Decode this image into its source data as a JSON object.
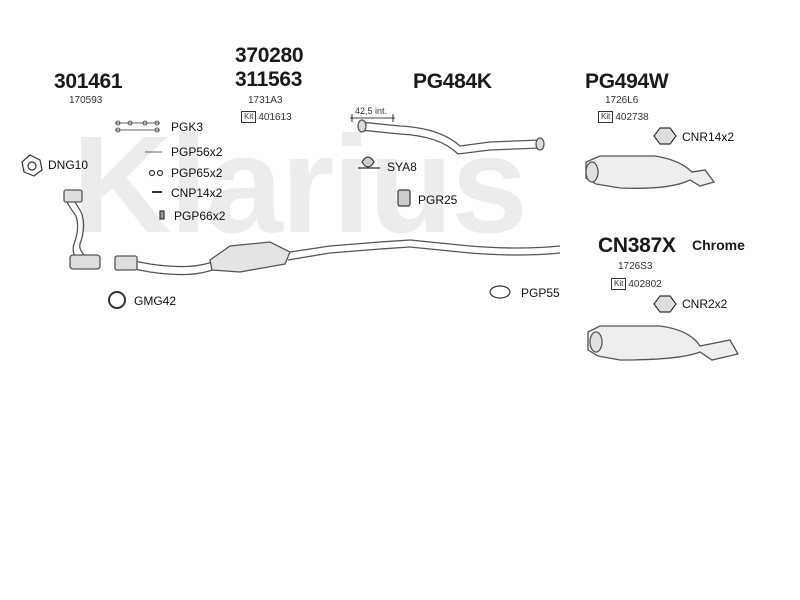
{
  "watermark": "Klarius",
  "parts": {
    "p301461": {
      "number": "301461",
      "sub": "170593"
    },
    "p370280": {
      "number": "370280"
    },
    "p311563": {
      "number": "311563",
      "sub": "1731A3",
      "kit": "401613"
    },
    "pg484k": {
      "number": "PG484K",
      "dim": "42,5 int."
    },
    "pg494w": {
      "number": "PG494W",
      "sub": "1726L6",
      "kit": "402738"
    },
    "cn387x": {
      "number": "CN387X",
      "sub": "1726S3",
      "kit": "402802",
      "finish": "Chrome"
    }
  },
  "kit_label": "Kit",
  "fittings": {
    "dng10": "DNG10",
    "pgk3": "PGK3",
    "pgp56": "PGP56x2",
    "pgp65": "PGP65x2",
    "cnp14": "CNP14x2",
    "pgp66": "PGP66x2",
    "gmg42": "GMG42",
    "sya8": "SYA8",
    "pgr25": "PGR25",
    "pgp55": "PGP55",
    "cnr14": "CNR14x2",
    "cnr2": "CNR2x2"
  }
}
